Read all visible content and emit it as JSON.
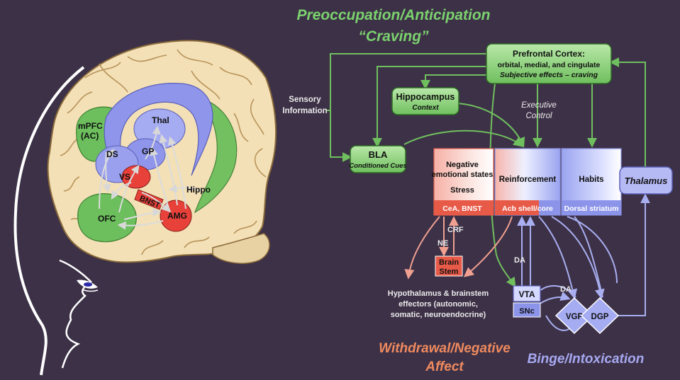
{
  "headings": {
    "preoccupation_line1": "Preoccupation/Anticipation",
    "preoccupation_line2": "“Craving”",
    "withdrawal_line1": "Withdrawal/Negative",
    "withdrawal_line2": "Affect",
    "binge": "Binge/Intoxication"
  },
  "brain_labels": {
    "mpfc_line1": "mPFC",
    "mpfc_line2": "(AC)",
    "thal": "Thal",
    "ds": "DS",
    "gp": "GP",
    "vs": "VS",
    "bnst": "BNST",
    "hippo": "Hippo",
    "ofc": "OFC",
    "amg": "AMG"
  },
  "nodes": {
    "pfc_title": "Prefrontal Cortex:",
    "pfc_sub": "orbital, medial, and cingulate",
    "pfc_sub2": "Subjective effects – craving",
    "sensory_line1": "Sensory",
    "sensory_line2": "Information",
    "hippocampus_title": "Hippocampus",
    "hippocampus_sub": "Context",
    "executive_line1": "Executive",
    "executive_line2": "Control",
    "bla_title": "BLA",
    "bla_sub": "Conditioned Cues",
    "neg_line1": "Negative",
    "neg_line2": "emotional states",
    "neg_line3": "Stress",
    "neg_bottom": "CeA, BNST",
    "reinforcement": "Reinforcement",
    "reinforcement_bottom": "Acb shell/core",
    "habits": "Habits",
    "habits_bottom": "Dorsal striatum",
    "thalamus": "Thalamus",
    "crf": "CRF",
    "ne": "NE",
    "brainstem_line1": "Brain",
    "brainstem_line2": "Stem",
    "hypo_line1": "Hypothalamus & brainstem",
    "hypo_line2": "effectors (autonomic,",
    "hypo_line3": "somatic, neuroendocrine)",
    "da1": "DA",
    "da2": "DA",
    "vta": "VTA",
    "snc": "SNc",
    "vgp": "VGP",
    "dgp": "DGP"
  },
  "colors": {
    "background": "#3d3147",
    "green_text": "#7bd26e",
    "orange_text": "#f08a5e",
    "blue_text": "#a6a9f2",
    "green_arrow": "#6fbf5e",
    "pink_arrow": "#f0a090",
    "blue_arrow": "#a8aef0"
  }
}
